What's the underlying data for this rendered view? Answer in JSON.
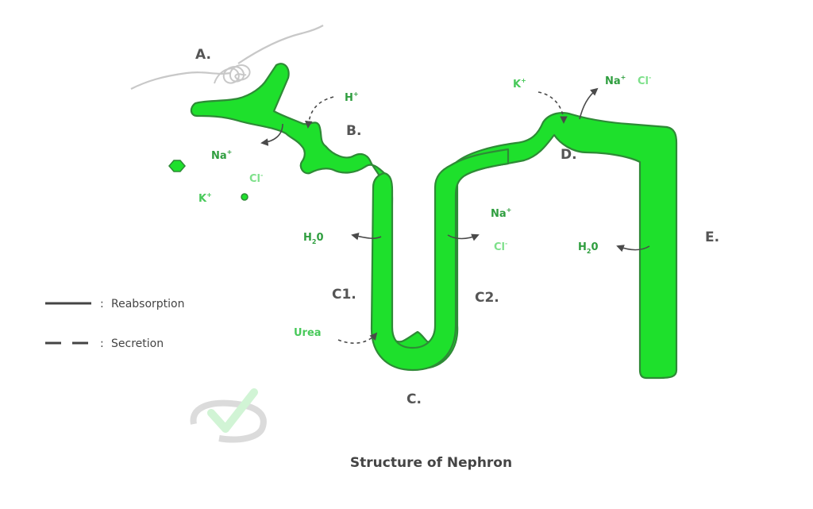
{
  "sections": {
    "a": "A.",
    "b": "B.",
    "c": "C.",
    "c1": "C1.",
    "c2": "C2.",
    "d": "D.",
    "e": "E."
  },
  "ions": {
    "h_plus": "H",
    "h_plus_sup": "+",
    "na_left": "Na",
    "na_left_sup": "+",
    "cl_left": "Cl",
    "cl_left_sup": "-",
    "k_left": "K",
    "k_left_sup": "+",
    "h2o_c1": "H",
    "h2o_c1_sub": "2",
    "h2o_c1_o": "0",
    "urea": "Urea",
    "na_c2": "Na",
    "na_c2_sup": "+",
    "cl_c2": "Cl",
    "cl_c2_sup": "-",
    "k_d": "K",
    "k_d_sup": "+",
    "na_d": "Na",
    "na_d_sup": "+",
    "cl_d": "Cl",
    "cl_d_sup": "-",
    "h2o_e": "H",
    "h2o_e_sub": "2",
    "h2o_e_o": "0"
  },
  "legend": {
    "reabsorption": "Reabsorption",
    "secretion": "Secretion",
    "separator": ":"
  },
  "title": "Structure of Nephron",
  "colors": {
    "tubule_fill": "#1ee02c",
    "tubule_stroke": "#2e8a36",
    "arrow": "#4a4a4a",
    "glomerulus": "#c8c8c8"
  },
  "icons": [
    "glomerulus-icon",
    "hexagon-particle-icon",
    "circle-particle-icon",
    "watermark-checkmark-icon"
  ]
}
